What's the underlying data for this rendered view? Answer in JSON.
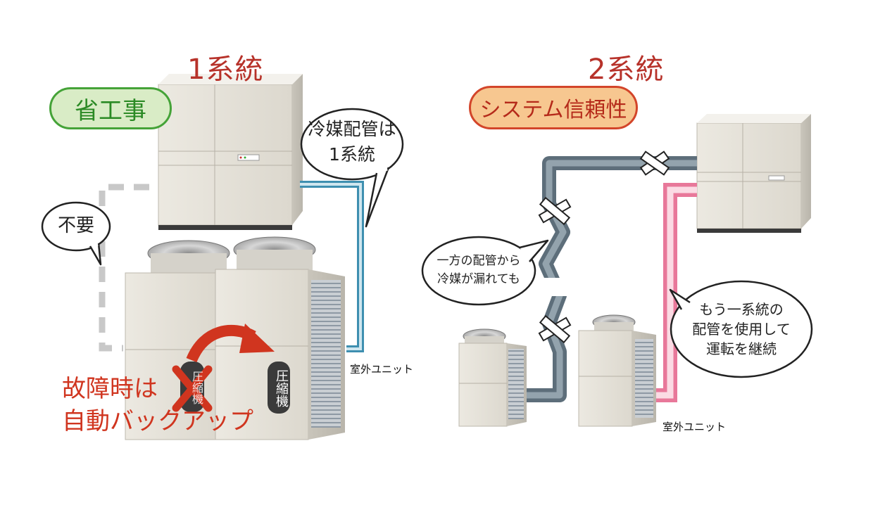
{
  "left": {
    "title": "1系統",
    "badge": "省工事",
    "bubble_pipe": [
      "冷媒配管は",
      "1系統"
    ],
    "bubble_unneeded": "不要",
    "outdoor_label": "室外ユニット",
    "compressor_left": "圧縮機",
    "compressor_right": "圧縮機",
    "backup_lines": [
      "故障時は",
      "自動バックアップ"
    ]
  },
  "right": {
    "title": "2系統",
    "badge": "システム信頼性",
    "bubble_leak": [
      "一方の配管から",
      "冷媒が漏れても"
    ],
    "bubble_continue": [
      "もう一系統の",
      "配管を使用して",
      "運転を継続"
    ],
    "outdoor_label": "室外ユニット"
  },
  "colors": {
    "title_red": "#b7322a",
    "green": "#45a338",
    "orange_border": "#d3452a",
    "blue_pipe": "#3e8fb0",
    "gray_pipe": "#5d6e7a",
    "pink_pipe": "#e8789a",
    "accent_red": "#d0351f"
  }
}
